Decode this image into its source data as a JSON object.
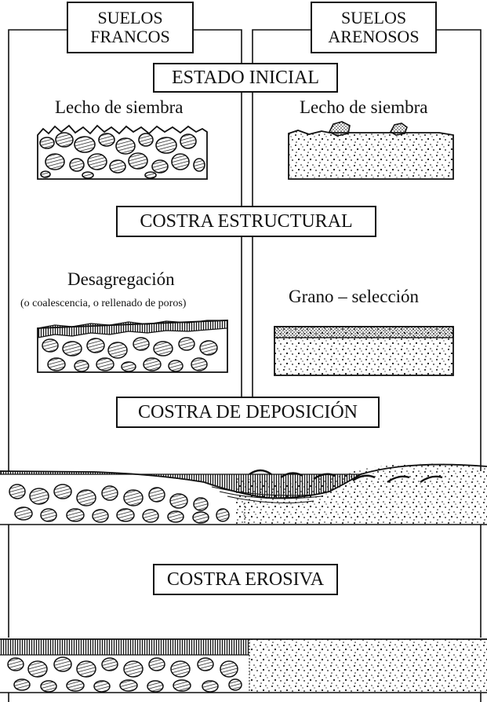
{
  "columns": {
    "left_header_line1": "SUELOS",
    "left_header_line2": "FRANCOS",
    "right_header_line1": "SUELOS",
    "right_header_line2": "ARENOSOS"
  },
  "stages": {
    "initial": "ESTADO INICIAL",
    "structural": "COSTRA ESTRUCTURAL",
    "depositional": "COSTRA DE DEPOSICIÓN",
    "erosive": "COSTRA EROSIVA"
  },
  "labels": {
    "left_seedbed": "Lecho de siembra",
    "right_seedbed": "Lecho de siembra",
    "disaggregation": "Desagregación",
    "disaggregation_note": "(o coalescencia, o rellenado de poros)",
    "grain_selection": "Grano – selección"
  }
}
